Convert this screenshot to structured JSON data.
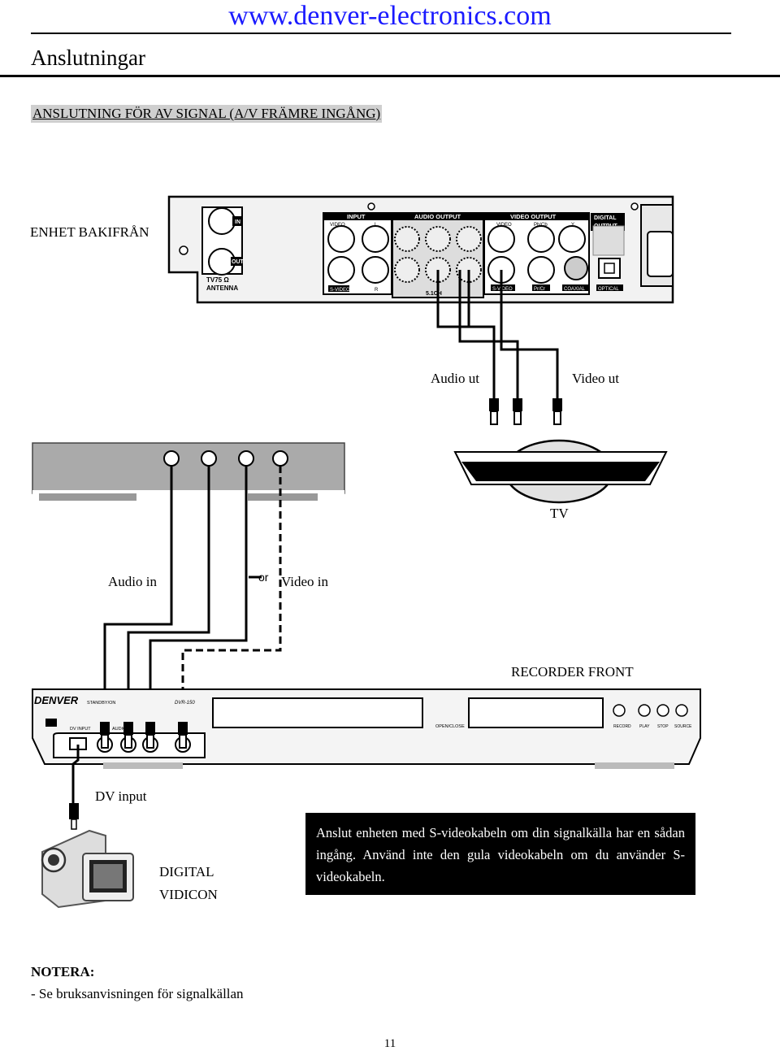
{
  "header": {
    "url": "www.denver-electronics.com",
    "page_title": "Anslutningar"
  },
  "section_heading": "ANSLUTNING FÖR AV SIGNAL (A/V FRÄMRE INGÅNG)",
  "diagram": {
    "device_back_label": "ENHET BAKIFRÅN",
    "audio_out_label": "Audio ut",
    "video_out_label": "Video ut",
    "tv_label": "TV",
    "audio_in_label": "Audio in",
    "or_label": "or",
    "video_in_label": "Video in",
    "recorder_front_label": "RECORDER FRONT",
    "dv_input_label": "DV input",
    "camera_label_line1": "DIGITAL",
    "camera_label_line2": "VIDICON",
    "panel": {
      "input": "INPUT",
      "audio_output": "AUDIO OUTPUT",
      "video_output": "VIDEO OUTPUT",
      "digital_output_1": "DIGITAL",
      "digital_output_2": "OUTPUT",
      "in": "IN",
      "out": "OUT",
      "tv75": "TV75 Ω",
      "antenna": "ANTENNA",
      "video": "VIDEO",
      "svideo": "S-VIDEO",
      "ch51": "5.1CH",
      "coaxial": "COAXIAL",
      "optical": "OPTICAL",
      "pb_cb": "Pb/Cb",
      "pr_cr": "Pr/Cr",
      "l": "L",
      "r": "R",
      "y": "Y"
    },
    "recorder": {
      "brand": "DENVER",
      "model": "DVR-150",
      "standby": "STANDBY/ON",
      "dv_input": "DV INPUT",
      "audio": "AUDIO",
      "open_close": "OPEN/CLOSE",
      "record": "RECORD",
      "play": "PLAY",
      "stop": "STOP",
      "source": "SOURCE"
    }
  },
  "info_box": "Anslut enheten med S-videokabeln om din signalkälla har en sådan ingång. Använd inte den gula videokabeln om du använder S-videokabeln.",
  "note": {
    "title": "NOTERA:",
    "text": "- Se bruksanvisningen för signalkällan"
  },
  "page_number": "11"
}
